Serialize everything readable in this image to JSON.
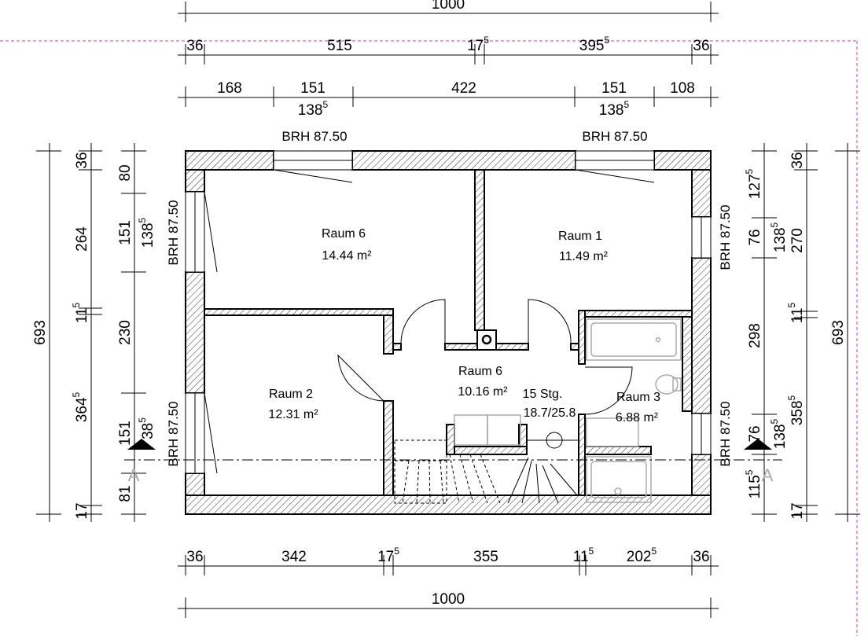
{
  "rooms": [
    {
      "name": "Raum 6",
      "area": "14.44 m²"
    },
    {
      "name": "Raum 1",
      "area": "11.49 m²"
    },
    {
      "name": "Raum 2",
      "area": "12.31 m²"
    },
    {
      "name": "Raum 6",
      "area": "10.16 m²"
    },
    {
      "name": "Raum 3",
      "area": "6.88 m²"
    }
  ],
  "stairs": {
    "steps": "15 Stg.",
    "ratio": "18.7/25.8"
  },
  "windows": {
    "brh": "BRH 87.50"
  },
  "section": {
    "label": "A"
  },
  "dims": {
    "top_total": "1000",
    "top2": [
      {
        "v": "36",
        "s": ""
      },
      {
        "v": "515",
        "s": ""
      },
      {
        "v": "17",
        "s": "5"
      },
      {
        "v": "395",
        "s": "5"
      },
      {
        "v": "36",
        "s": ""
      }
    ],
    "top3": [
      {
        "v": "168",
        "s": ""
      },
      {
        "v": "151",
        "s": ""
      },
      {
        "v": "422",
        "s": ""
      },
      {
        "v": "151",
        "s": ""
      },
      {
        "v": "108",
        "s": ""
      }
    ],
    "top3_sub": [
      {
        "v": "138",
        "s": "5"
      },
      {
        "v": "138",
        "s": "5"
      }
    ],
    "bottom1": [
      {
        "v": "36",
        "s": ""
      },
      {
        "v": "342",
        "s": ""
      },
      {
        "v": "17",
        "s": "5"
      },
      {
        "v": "355",
        "s": ""
      },
      {
        "v": "11",
        "s": "5"
      },
      {
        "v": "202",
        "s": "5"
      },
      {
        "v": "36",
        "s": ""
      }
    ],
    "bottom_total": "1000",
    "left_total": "693",
    "left2": [
      {
        "v": "36",
        "s": ""
      },
      {
        "v": "264",
        "s": ""
      },
      {
        "v": "11",
        "s": "5"
      },
      {
        "v": "364",
        "s": "5"
      },
      {
        "v": "17",
        "s": ""
      }
    ],
    "left3": [
      {
        "v": "80",
        "s": ""
      },
      {
        "v": "151",
        "s": ""
      },
      {
        "v": "230",
        "s": ""
      },
      {
        "v": "151",
        "s": ""
      },
      {
        "v": "81",
        "s": ""
      }
    ],
    "left3_sub": [
      {
        "v": "138",
        "s": "5"
      },
      {
        "v": "38",
        "s": "5"
      }
    ],
    "right1": [
      {
        "v": "127",
        "s": "5"
      },
      {
        "v": "76",
        "s": ""
      },
      {
        "v": "298",
        "s": ""
      },
      {
        "v": "76",
        "s": ""
      },
      {
        "v": "115",
        "s": "5"
      }
    ],
    "right1_sub": [
      {
        "v": "138",
        "s": "5"
      },
      {
        "v": "138",
        "s": "5"
      }
    ],
    "right2": [
      {
        "v": "36",
        "s": ""
      },
      {
        "v": "270",
        "s": ""
      },
      {
        "v": "11",
        "s": "5"
      },
      {
        "v": "358",
        "s": "5"
      },
      {
        "v": "17",
        "s": ""
      }
    ],
    "right_total": "693"
  }
}
